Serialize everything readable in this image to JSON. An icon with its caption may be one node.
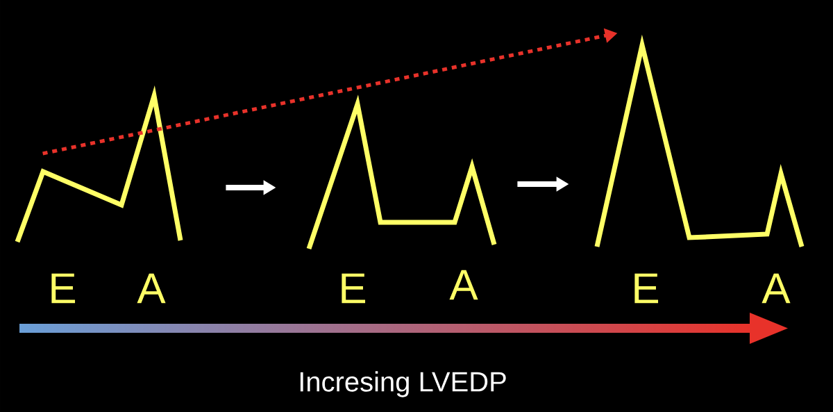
{
  "diagram": {
    "nodes": [
      {
        "text": [],
        "shape": "picture",
        "beside": [
          "E",
          "A"
        ]
      },
      {
        "text": [],
        "shape": "picture",
        "beside": [
          "E",
          "A"
        ]
      },
      {
        "text": [],
        "shape": "picture",
        "beside": [
          "E",
          "A"
        ]
      }
    ],
    "edges": [
      {
        "from": 0,
        "to": 1,
        "arrow": "to"
      },
      {
        "from": 1,
        "to": 2,
        "arrow": "to"
      },
      {
        "from": 0,
        "to": 2,
        "arrow": "to",
        "style": "dashed",
        "color": "#e8322a"
      }
    ],
    "labels": [
      "Incresing LVEDP"
    ]
  }
}
